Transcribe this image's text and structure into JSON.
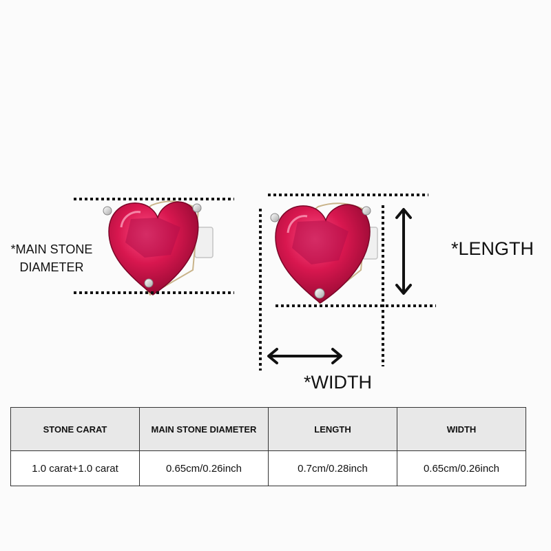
{
  "labels": {
    "main_stone_line1": "*MAIN STONE",
    "main_stone_line2": "DIAMETER",
    "length": "*LENGTH",
    "width": "*WIDTH"
  },
  "table": {
    "headers": [
      "STONE CARAT",
      "MAIN STONE DIAMETER",
      "LENGTH",
      "WIDTH"
    ],
    "rows": [
      [
        "1.0 carat+1.0 carat",
        "0.65cm/0.26inch",
        "0.7cm/0.28inch",
        "0.65cm/0.26inch"
      ]
    ]
  },
  "colors": {
    "stone": "#d8174f",
    "stone_dark": "#9c0a35",
    "metal": "#e2e2e2",
    "line": "#111111",
    "header_bg": "#e8e8e8"
  }
}
